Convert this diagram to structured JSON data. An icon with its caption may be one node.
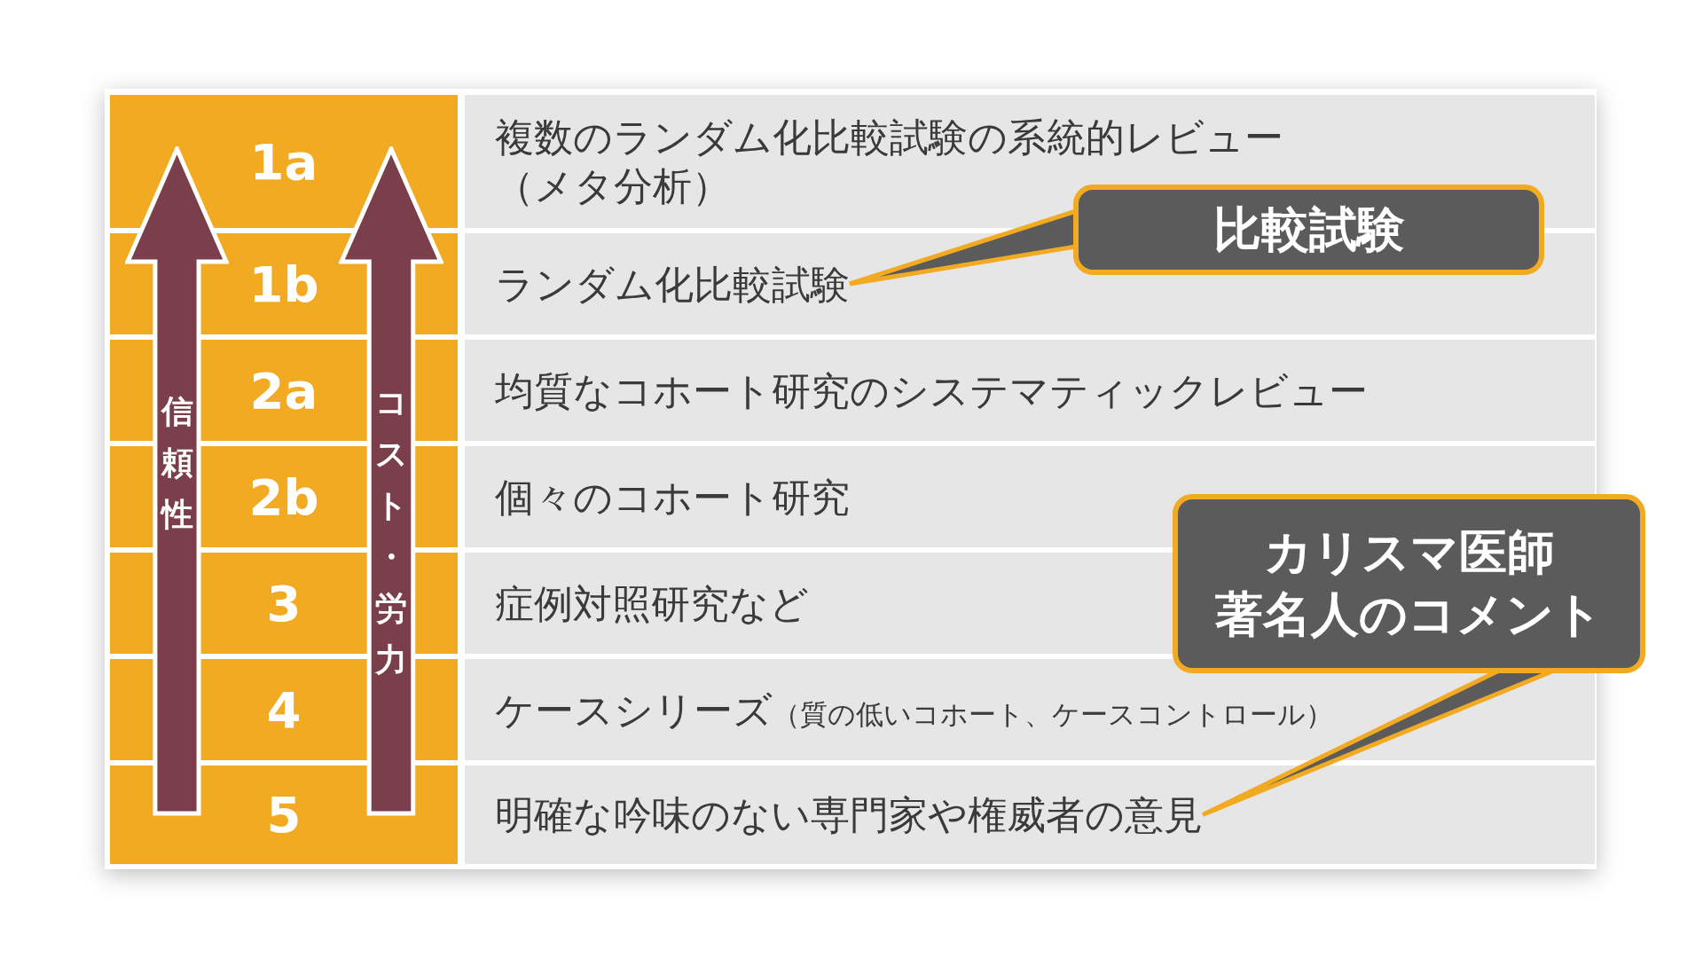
{
  "diagram": {
    "nodes": [
      {
        "text": [
          "1a"
        ]
      },
      {
        "text": [
          "複数のランダム化比較試験の系統的レビュー（メタ分析）"
        ]
      },
      {
        "text": [
          "1b"
        ]
      },
      {
        "text": [
          "ランダム化比較試験"
        ]
      },
      {
        "text": [
          "2a"
        ]
      },
      {
        "text": [
          "均質なコホート研究のシステマティックレビュー"
        ]
      },
      {
        "text": [
          "2b"
        ]
      },
      {
        "text": [
          "個々のコホート研究"
        ]
      },
      {
        "text": [
          "3"
        ]
      },
      {
        "text": [
          "症例対照研究など"
        ]
      },
      {
        "text": [
          "4"
        ]
      },
      {
        "text": [
          "ケースシリーズ",
          "（質の低いコホート、ケースコントロール）"
        ]
      },
      {
        "text": [
          "5"
        ]
      },
      {
        "text": [
          "明確な吟味のない専門家や権威者の意見"
        ]
      },
      {
        "text": [
          "信頼性"
        ]
      },
      {
        "text": [
          "コスト・労力"
        ]
      },
      {
        "text": [
          "比較試験"
        ]
      },
      {
        "text": [
          "カリスマ医師",
          "著名人のコメント"
        ]
      }
    ],
    "edges": [
      {
        "from": 16,
        "to": 3,
        "arrow": "none"
      },
      {
        "from": 17,
        "to": 13,
        "arrow": "none"
      }
    ]
  }
}
